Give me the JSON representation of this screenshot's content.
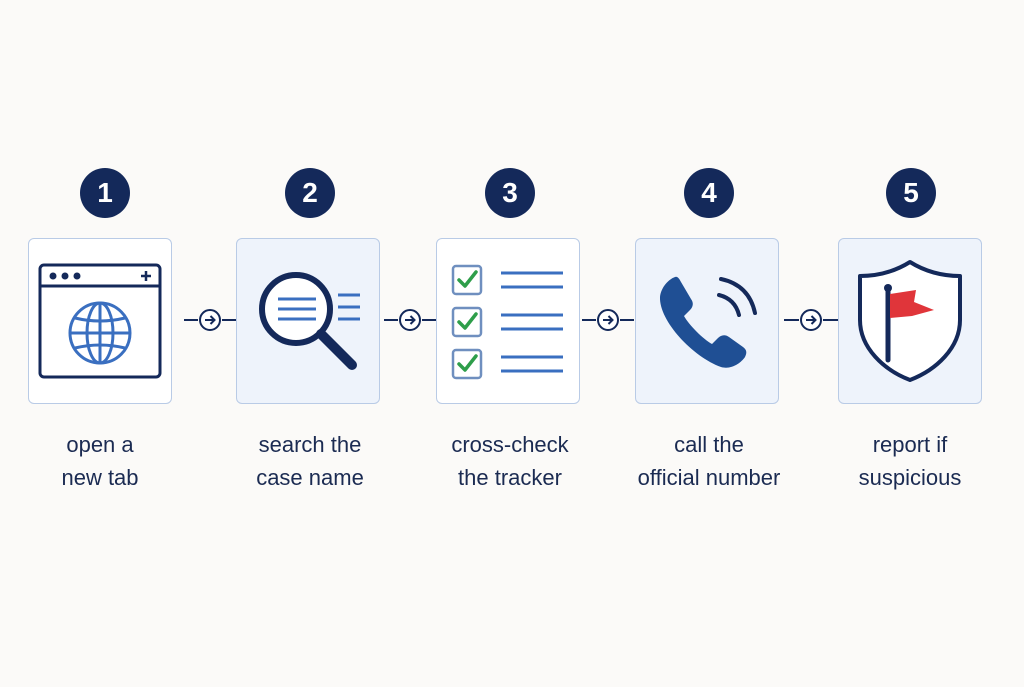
{
  "steps": [
    {
      "number": "1",
      "label_line1": "open a",
      "label_line2": "new tab",
      "icon": "browser-globe-icon"
    },
    {
      "number": "2",
      "label_line1": "search the",
      "label_line2": "case name",
      "icon": "magnifier-search-icon"
    },
    {
      "number": "3",
      "label_line1": "cross-check",
      "label_line2": "the tracker",
      "icon": "checklist-icon"
    },
    {
      "number": "4",
      "label_line1": "call the",
      "label_line2": "official number",
      "icon": "phone-call-icon"
    },
    {
      "number": "5",
      "label_line1": "report if",
      "label_line2": "suspicious",
      "icon": "shield-flag-icon"
    }
  ],
  "colors": {
    "navy": "#14295a",
    "blue": "#3a6fc0",
    "green": "#2e9e4a",
    "red": "#e0353a",
    "card_border": "#b9cbe6"
  }
}
